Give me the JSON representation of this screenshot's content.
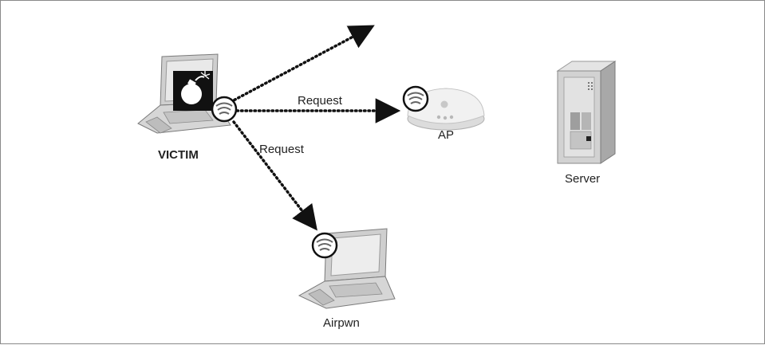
{
  "nodes": {
    "victim": {
      "label": "VICTIM"
    },
    "ap": {
      "label": "AP"
    },
    "server": {
      "label": "Server"
    },
    "airpwn": {
      "label": "Airpwn"
    }
  },
  "edges": {
    "to_ap": {
      "label": "Request"
    },
    "to_airpwn": {
      "label": "Request"
    }
  },
  "colors": {
    "line": "#111111",
    "device_light": "#e6e6e6",
    "device_mid": "#c8c8c8",
    "device_dark": "#9a9a9a",
    "bomb_bg": "#111111"
  }
}
